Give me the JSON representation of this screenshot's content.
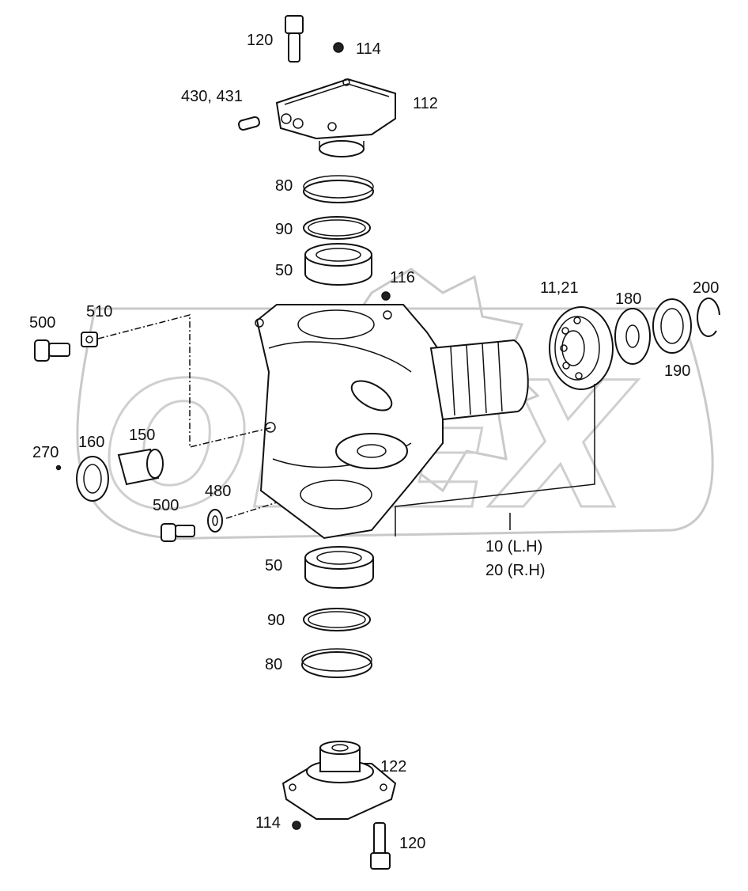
{
  "watermark": {
    "text": "OPEX"
  },
  "labels": {
    "p120_top": "120",
    "p114_top": "114",
    "p430": "430, 431",
    "p112": "112",
    "p80_top": "80",
    "p90_top": "90",
    "p50_top": "50",
    "p116": "116",
    "p11_21": "11,21",
    "p180": "180",
    "p200": "200",
    "p190": "190",
    "p500_top": "500",
    "p510": "510",
    "p270": "270",
    "p160": "160",
    "p150": "150",
    "p500_bot": "500",
    "p480": "480",
    "p10": "10 (L.H)",
    "p20": "20 (R.H)",
    "p50_bot": "50",
    "p90_bot": "90",
    "p80_bot": "80",
    "p122": "122",
    "p114_bot": "114",
    "p120_bot": "120"
  }
}
